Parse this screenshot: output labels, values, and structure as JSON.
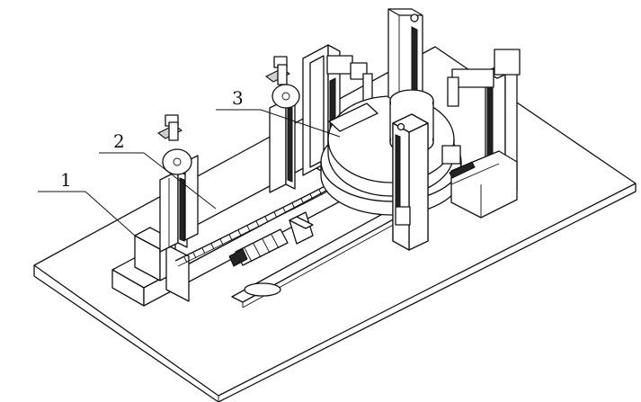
{
  "callouts": [
    {
      "id": "1",
      "label": "1"
    },
    {
      "id": "2",
      "label": "2"
    },
    {
      "id": "3",
      "label": "3"
    }
  ],
  "colors": {
    "line": "#111111",
    "background": "#ffffff",
    "shade": "#222222"
  }
}
